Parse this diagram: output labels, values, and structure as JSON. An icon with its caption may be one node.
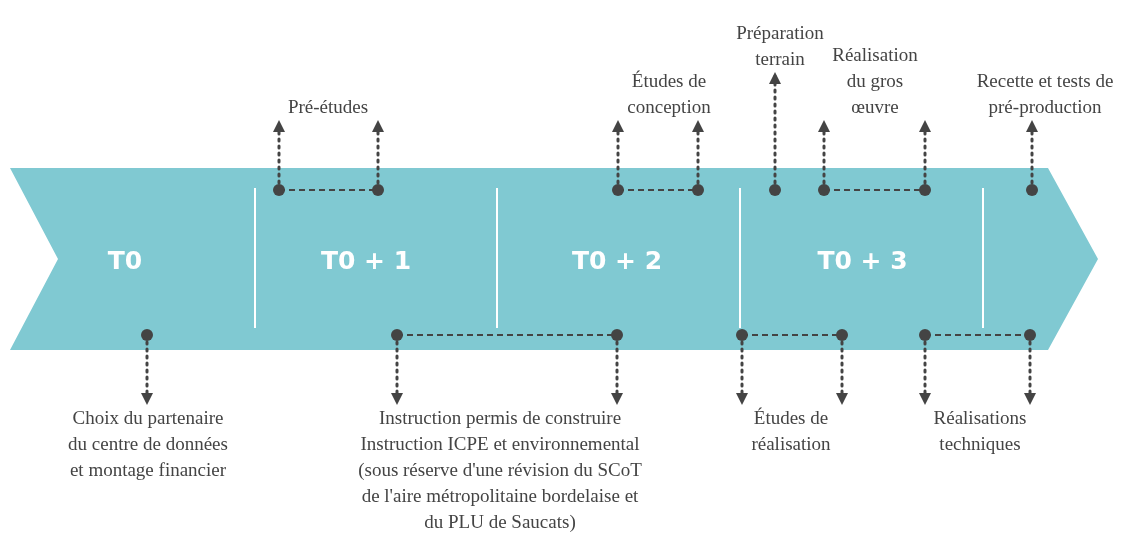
{
  "diagram": {
    "nodes": [
      {
        "text": [],
        "shape": "arrow"
      },
      {
        "text": [
          "T0"
        ],
        "in": 0
      },
      {
        "text": [
          "T0 + 1"
        ],
        "in": 0
      },
      {
        "text": [
          "T0 + 2"
        ],
        "in": 0
      },
      {
        "text": [
          "T0 + 3"
        ],
        "in": 0
      },
      {
        "text": [
          "Pré-études"
        ]
      },
      {
        "text": [
          "Études de conception"
        ]
      },
      {
        "text": [
          "Préparation terrain"
        ]
      },
      {
        "text": [
          "Réalisation du gros œuvre"
        ]
      },
      {
        "text": [
          "Recette et tests de pré-production"
        ]
      },
      {
        "text": [
          "Choix du partenaire du centre de données et montage financier"
        ]
      },
      {
        "text": [
          "Instruction permis de construire",
          "Instruction ICPE et environnemental",
          "(sous réserve d'une révision du SCoT de l'aire métropolitaine bordelaise et du PLU de Saucats)"
        ]
      },
      {
        "text": [
          "Études de réalisation"
        ]
      },
      {
        "text": [
          "Réalisations techniques"
        ]
      }
    ],
    "edges": [
      {
        "from": 2,
        "to": 5,
        "arrow": "to",
        "style": "dashed"
      },
      {
        "from": 2,
        "to": 5,
        "arrow": "to",
        "style": "dashed"
      },
      {
        "from": 3,
        "to": 6,
        "arrow": "to",
        "style": "dashed"
      },
      {
        "from": 3,
        "to": 6,
        "arrow": "to",
        "style": "dashed"
      },
      {
        "from": 4,
        "to": 7,
        "arrow": "to",
        "style": "dashed"
      },
      {
        "from": 4,
        "to": 8,
        "arrow": "to",
        "style": "dashed"
      },
      {
        "from": 4,
        "to": 8,
        "arrow": "to",
        "style": "dashed"
      },
      {
        "from": 0,
        "to": 9,
        "arrow": "to",
        "style": "dashed"
      },
      {
        "from": 1,
        "to": 10,
        "arrow": "to",
        "style": "dashed"
      },
      {
        "from": 2,
        "to": 11,
        "arrow": "to",
        "style": "dashed"
      },
      {
        "from": 3,
        "to": 11,
        "arrow": "to",
        "style": "dashed"
      },
      {
        "from": 0,
        "to": 12,
        "arrow": "to",
        "style": "dashed"
      },
      {
        "from": 4,
        "to": 12,
        "arrow": "to",
        "style": "dashed"
      },
      {
        "from": 4,
        "to": 13,
        "arrow": "to",
        "style": "dashed"
      },
      {
        "from": 0,
        "to": 13,
        "arrow": "to",
        "style": "dashed"
      }
    ]
  }
}
